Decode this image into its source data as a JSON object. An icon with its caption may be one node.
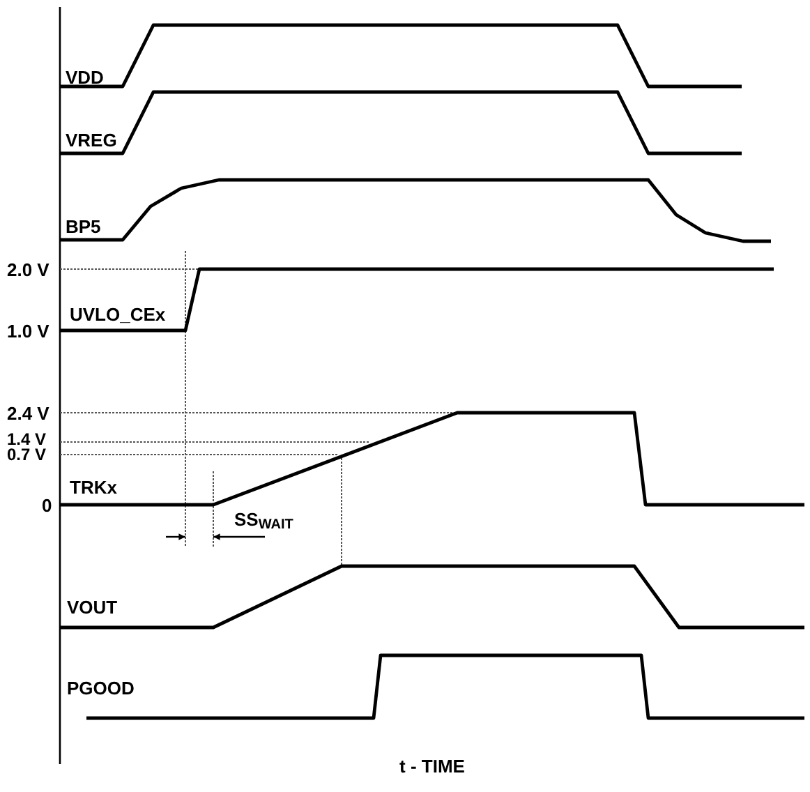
{
  "diagram": {
    "labels": [
      "VDD",
      "VREG",
      "BP5",
      "2.0 V",
      "UVLO_CEx",
      "1.0 V",
      "2.4 V",
      "1.4 V",
      "0.7 V",
      "TRKx",
      "0",
      "SS$_{WAIT}$",
      "VOUT",
      "PGOOD",
      "t - TIME"
    ]
  }
}
